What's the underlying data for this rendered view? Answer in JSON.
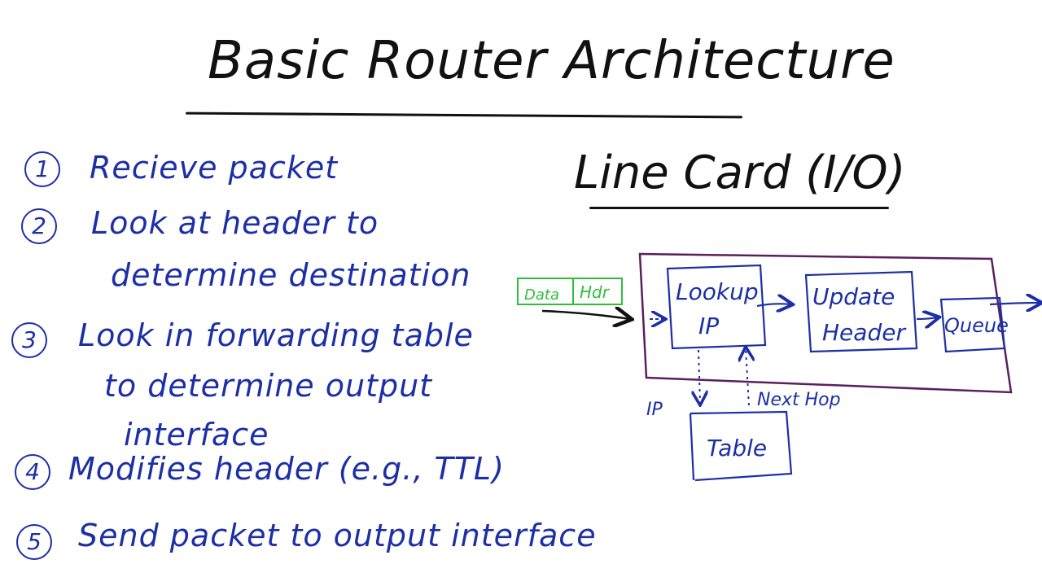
{
  "title": "Basic Router Architecture",
  "steps": [
    {
      "num": "1",
      "lines": [
        "Recieve packet"
      ]
    },
    {
      "num": "2",
      "lines": [
        "Look at header to",
        "determine destination"
      ]
    },
    {
      "num": "3",
      "lines": [
        "Look in forwarding table",
        "to determine output",
        "interface"
      ]
    },
    {
      "num": "4",
      "lines": [
        "Modifies header (e.g., TTL)"
      ]
    },
    {
      "num": "5",
      "lines": [
        "Send packet to output interface"
      ]
    }
  ],
  "line_card": {
    "title": "Line Card (I/O)",
    "packet": {
      "data": "Data",
      "hdr": "Hdr"
    },
    "lookup_ip": [
      "Lookup",
      "IP"
    ],
    "update_header": [
      "Update",
      "Header"
    ],
    "queue": "Queue",
    "table": "Table",
    "ip_label": "IP",
    "next_hop_label": "Next Hop"
  },
  "colors": {
    "ink_black": "#111111",
    "ink_blue": "#1c2fa6",
    "ink_green": "#2fbf3a",
    "ink_purple": "#5a1f5e"
  }
}
